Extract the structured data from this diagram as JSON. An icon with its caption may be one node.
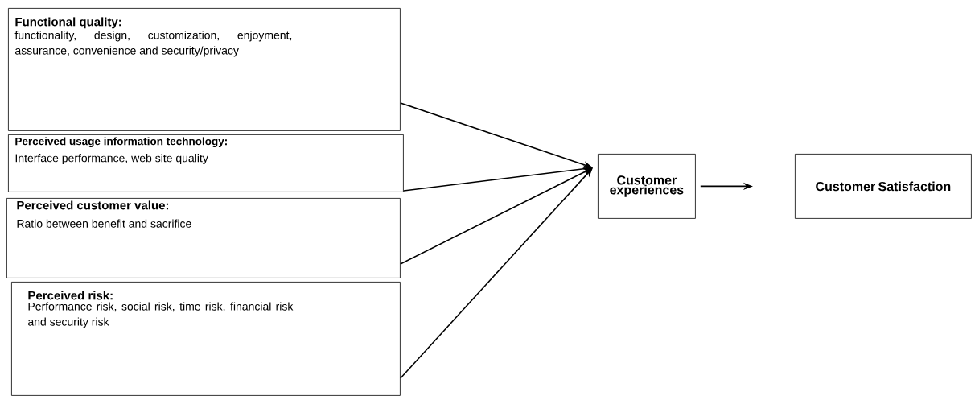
{
  "diagram": {
    "nodes": [
      {
        "text": [
          "Functional quality:",
          "functionality, design, customization, enjoyment, assurance, convenience and security/privacy"
        ]
      },
      {
        "text": [
          "Perceived usage information technology:",
          "Interface performance, web site quality"
        ]
      },
      {
        "text": [
          "Perceived customer value:",
          "Ratio between benefit and sacrifice"
        ]
      },
      {
        "text": [
          "Perceived risk:",
          "Performance risk, social risk, time risk, financial risk and security risk"
        ]
      },
      {
        "text": [
          "Customer experiences"
        ]
      },
      {
        "text": [
          "Customer Satisfaction"
        ]
      }
    ],
    "edges": [
      {
        "from": 0,
        "to": 4,
        "arrow": "to"
      },
      {
        "from": 1,
        "to": 4,
        "arrow": "to"
      },
      {
        "from": 2,
        "to": 4,
        "arrow": "to"
      },
      {
        "from": 3,
        "to": 4,
        "arrow": "to"
      },
      {
        "from": 4,
        "to": 5,
        "arrow": "to"
      }
    ]
  }
}
